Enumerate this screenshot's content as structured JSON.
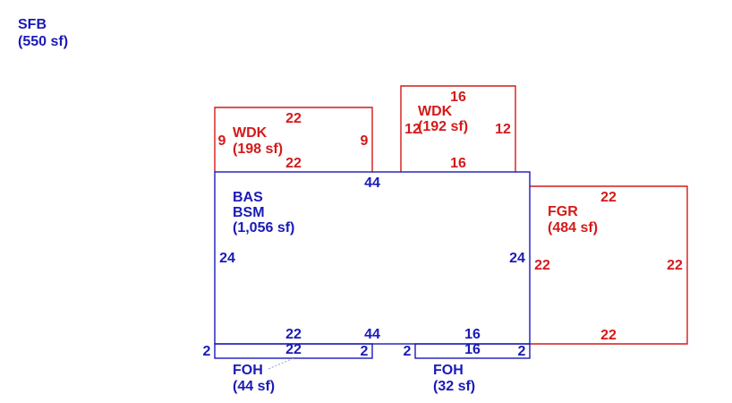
{
  "colors": {
    "blue": "#1a1ab8",
    "red": "#d41a1a"
  },
  "sfb": {
    "name": "SFB",
    "area": "(550 sf)"
  },
  "wdk_left": {
    "name": "WDK",
    "area": "(198 sf)",
    "dim_top": "22",
    "dim_bottom": "22",
    "dim_left": "9",
    "dim_right": "9"
  },
  "wdk_right": {
    "name": "WDK",
    "area": "(192 sf)",
    "dim_top": "16",
    "dim_bottom": "16",
    "dim_left": "12",
    "dim_right": "12"
  },
  "bas": {
    "name1": "BAS",
    "name2": "BSM",
    "area": "(1,056 sf)",
    "dim_top": "44",
    "dim_bottom": "44",
    "dim_left": "24",
    "dim_right": "24"
  },
  "fgr": {
    "name": "FGR",
    "area": "(484 sf)",
    "dim_top": "22",
    "dim_bottom": "22",
    "dim_left": "22",
    "dim_right": "22"
  },
  "foh_left": {
    "name": "FOH",
    "area": "(44 sf)",
    "dim_top": "22",
    "dim_bottom": "22",
    "dim_left": "2",
    "dim_right": "2"
  },
  "foh_right": {
    "name": "FOH",
    "area": "(32 sf)",
    "dim_top": "16",
    "dim_bottom": "16",
    "dim_left": "2",
    "dim_right": "2"
  }
}
